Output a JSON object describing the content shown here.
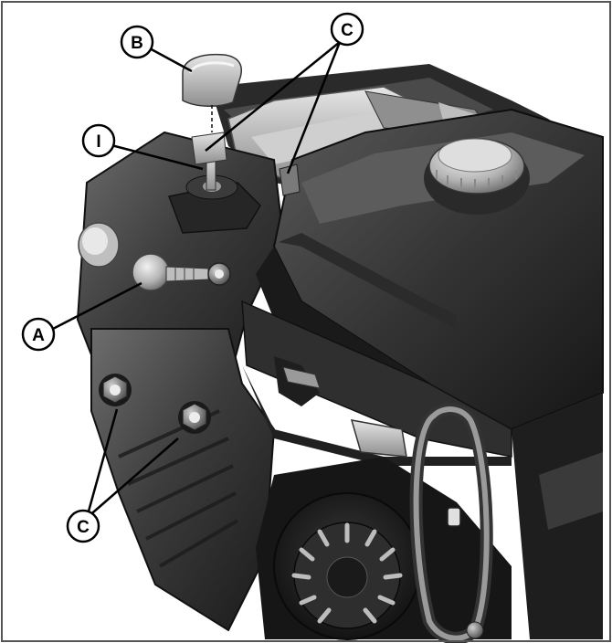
{
  "figure": {
    "callouts": {
      "a": "A",
      "b": "B",
      "c_top": "C",
      "c_bottom": "C",
      "i": "I"
    }
  }
}
